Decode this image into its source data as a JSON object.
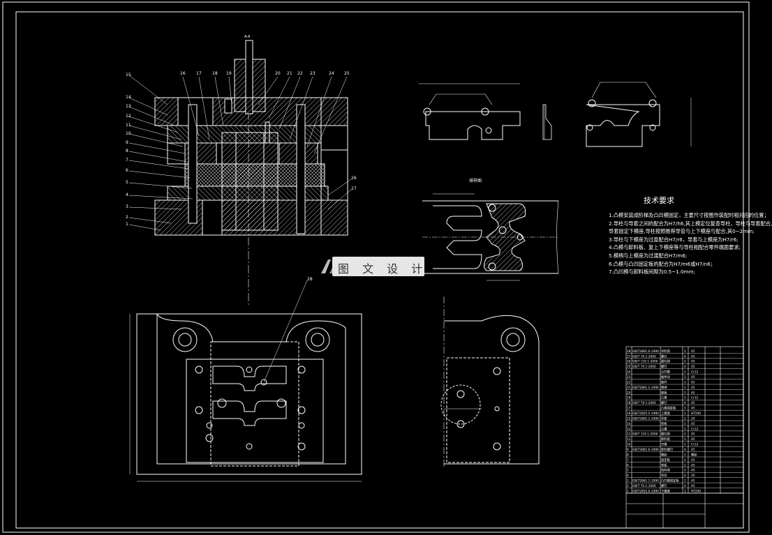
{
  "watermark": {
    "text": "图 文 设 计"
  },
  "layout_view": {
    "title": "排样图"
  },
  "technical_requirements": {
    "title": "技术要求",
    "items": [
      "1.凸模安装成阶梯及凸凹模固定，主要尺寸按图作装配时相对应的位置；",
      "2.导柱与导套之间的配合为H7/h6,其上模定位复查导柱，导柱与导套配合,",
      "   导套固定下模座,导柱按照推荐导管与上下模座与配合,其0~2mm;",
      "3.导柱与下模座为过盈配合H7/r6，导套与上模座为H7/r6;",
      "4.凸模与卸料板、复上下模座等与导柱相配合零件端面要求;",
      "5.模柄与上模座为过渡配合H7/m6;",
      "6.凸模与凸凹固定板的配合为H7/m6或H7/n6；",
      "7.凸凹模与卸料板间隙为0.5~1.0mm;"
    ]
  },
  "part_callouts_left": [
    "15",
    "14",
    "13",
    "12",
    "11",
    "10",
    "9",
    "8",
    "7",
    "6",
    "5",
    "4",
    "3",
    "2",
    "1"
  ],
  "part_callouts_top": [
    "16",
    "17",
    "18",
    "19",
    "20",
    "21",
    "22",
    "23",
    "24",
    "25"
  ],
  "part_callouts_right": [
    "26",
    "27"
  ],
  "callout_center": "28",
  "top_mark": "A-A",
  "bom_rows": [
    {
      "no": "28",
      "code": "GB/T2861.6-1990",
      "name": "导料销",
      "qty": "2",
      "mat": "45"
    },
    {
      "no": "27",
      "code": "GB/T 70.1-2000",
      "name": "螺钉",
      "qty": "4",
      "mat": "45"
    },
    {
      "no": "26",
      "code": "GB/T 119.1-2000",
      "name": "圆柱销",
      "qty": "2",
      "mat": "45"
    },
    {
      "no": "25",
      "code": "GB/T 70.1-2000",
      "name": "螺钉",
      "qty": "4",
      "mat": "45"
    },
    {
      "no": "24",
      "code": "",
      "name": "凸凹模",
      "qty": "1",
      "mat": "Cr12"
    },
    {
      "no": "23",
      "code": "",
      "name": "推件块",
      "qty": "1",
      "mat": "45"
    },
    {
      "no": "22",
      "code": "",
      "name": "推杆",
      "qty": "1",
      "mat": "45"
    },
    {
      "no": "21",
      "code": "GB/T2861.2-1990",
      "name": "模柄",
      "qty": "1",
      "mat": "45"
    },
    {
      "no": "20",
      "code": "",
      "name": "推板",
      "qty": "1",
      "mat": "45"
    },
    {
      "no": "19",
      "code": "",
      "name": "凸模",
      "qty": "1",
      "mat": "Cr12"
    },
    {
      "no": "18",
      "code": "GB/T 70.1-2000",
      "name": "螺钉",
      "qty": "4",
      "mat": "45"
    },
    {
      "no": "17",
      "code": "",
      "name": "凸模固定板",
      "qty": "1",
      "mat": "45"
    },
    {
      "no": "16",
      "code": "GB/T2855.5-1990",
      "name": "上模座",
      "qty": "1",
      "mat": "HT200"
    },
    {
      "no": "15",
      "code": "GB/T2861.1-1990",
      "name": "导套",
      "qty": "2",
      "mat": "20"
    },
    {
      "no": "14",
      "code": "",
      "name": "垫板",
      "qty": "1",
      "mat": "45"
    },
    {
      "no": "13",
      "code": "",
      "name": "凸模",
      "qty": "1",
      "mat": "Cr12"
    },
    {
      "no": "12",
      "code": "GB/T 119.1-2000",
      "name": "圆柱销",
      "qty": "2",
      "mat": "45"
    },
    {
      "no": "11",
      "code": "",
      "name": "卸料板",
      "qty": "1",
      "mat": "45"
    },
    {
      "no": "10",
      "code": "",
      "name": "凹模",
      "qty": "1",
      "mat": "Cr12"
    },
    {
      "no": "9",
      "code": "GB/T2861.6-1990",
      "name": "卸料螺钉",
      "qty": "4",
      "mat": "45"
    },
    {
      "no": "8",
      "code": "",
      "name": "橡胶",
      "qty": "1",
      "mat": "橡胶"
    },
    {
      "no": "7",
      "code": "",
      "name": "固定板",
      "qty": "1",
      "mat": "45"
    },
    {
      "no": "6",
      "code": "",
      "name": "垫板",
      "qty": "1",
      "mat": "45"
    },
    {
      "no": "5",
      "code": "",
      "name": "挡料销",
      "qty": "1",
      "mat": "45"
    },
    {
      "no": "4",
      "code": "",
      "name": "导柱",
      "qty": "2",
      "mat": "20"
    },
    {
      "no": "3",
      "code": "GB/T2861.1-1990",
      "name": "凸凹模固定板",
      "qty": "1",
      "mat": "45"
    },
    {
      "no": "2",
      "code": "GB/T 70.1-2000",
      "name": "螺钉",
      "qty": "4",
      "mat": "45"
    },
    {
      "no": "1",
      "code": "GB/T2855.6-1990",
      "name": "下模座",
      "qty": "1",
      "mat": "HT200"
    }
  ],
  "colors": {
    "bg": "#000000",
    "line": "#ffffff",
    "hatch": "#ffffff",
    "accent": "#ffff00",
    "cyan": "#00ffff"
  }
}
